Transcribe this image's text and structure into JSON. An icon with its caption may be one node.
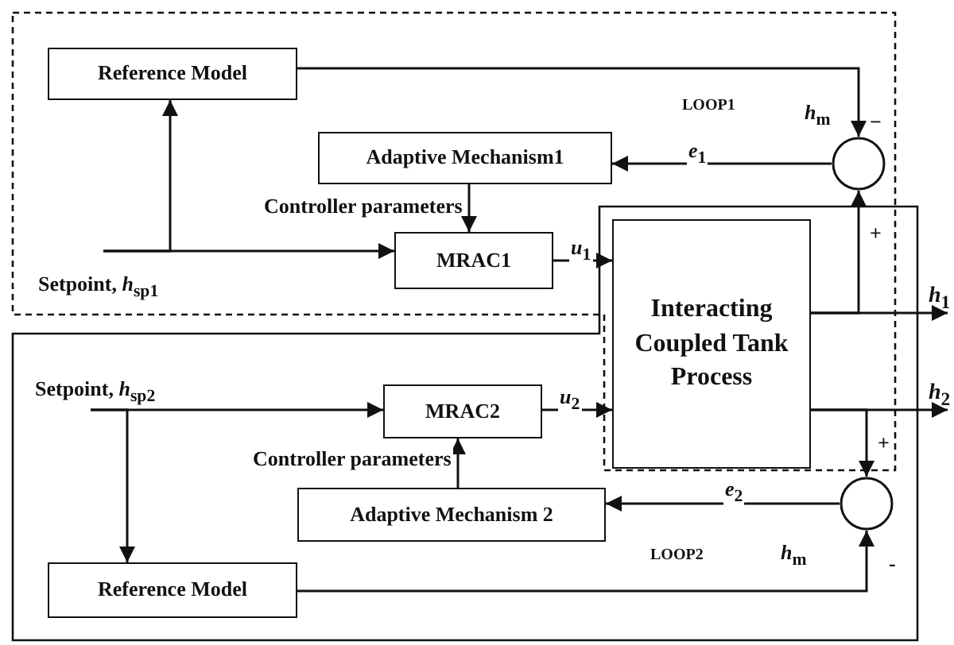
{
  "diagram": {
    "nodes": [
      {
        "text": [
          "Reference Model"
        ]
      },
      {
        "text": [
          "Adaptive Mechanism1"
        ]
      },
      {
        "text": [
          "MRAC1"
        ]
      },
      {
        "text": [
          "Interacting Coupled Tank Process"
        ]
      },
      {
        "text": [],
        "shape": "circle"
      },
      {
        "text": [
          "MRAC2"
        ]
      },
      {
        "text": [
          "Adaptive Mechanism 2"
        ]
      },
      {
        "text": [],
        "shape": "circle"
      },
      {
        "text": [
          "Reference Model"
        ]
      },
      {
        "text": [
          "Setpoint, *h*$_{sp1}$"
        ]
      },
      {
        "text": [
          "Setpoint, *h*$_{sp2}$"
        ]
      },
      {
        "text": [
          "*h*$_{1}$"
        ]
      },
      {
        "text": [
          "*h*$_{2}$"
        ]
      }
    ],
    "edges": [
      {
        "from": 9,
        "to": 2,
        "arrow": "to"
      },
      {
        "from": 9,
        "to": 0,
        "arrow": "to"
      },
      {
        "from": 0,
        "to": 4,
        "arrow": "to",
        "label": "*h*$_{m}$"
      },
      {
        "from": 4,
        "to": 1,
        "arrow": "to",
        "label": "*e*$_{1}$"
      },
      {
        "from": 1,
        "to": 2,
        "arrow": "to",
        "label": "Controller parameters"
      },
      {
        "from": 2,
        "to": 3,
        "arrow": "to",
        "label": "*u*$_{1}$"
      },
      {
        "from": 3,
        "to": 11,
        "arrow": "to"
      },
      {
        "from": 3,
        "to": 4,
        "arrow": "to"
      },
      {
        "from": 3,
        "to": 12,
        "arrow": "to"
      },
      {
        "from": 3,
        "to": 7,
        "arrow": "to"
      },
      {
        "from": 7,
        "to": 6,
        "arrow": "to",
        "label": "*e*$_{2}$"
      },
      {
        "from": 8,
        "to": 7,
        "arrow": "to",
        "label": "*h*$_{m}$"
      },
      {
        "from": 10,
        "to": 5,
        "arrow": "to"
      },
      {
        "from": 10,
        "to": 8,
        "arrow": "to"
      },
      {
        "from": 6,
        "to": 5,
        "arrow": "to",
        "label": "Controller parameters"
      },
      {
        "from": 5,
        "to": 3,
        "arrow": "to",
        "label": "*u*$_{2}$"
      }
    ],
    "labels": [
      "LOOP1",
      "−",
      "+",
      "+",
      "LOOP2",
      "-"
    ]
  }
}
